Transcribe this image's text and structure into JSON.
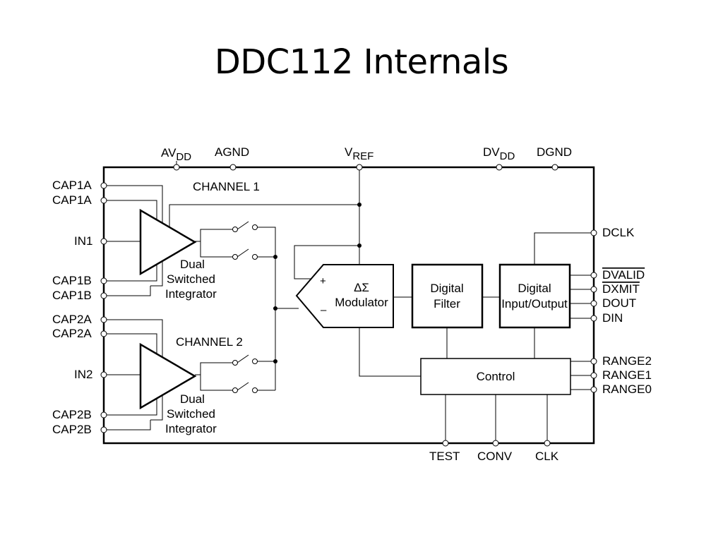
{
  "slide": {
    "title": "DDC112 Internals"
  },
  "top_pins": {
    "avdd": {
      "main": "AV",
      "sub": "DD"
    },
    "agnd": "AGND",
    "vref": {
      "main": "V",
      "sub": "REF"
    },
    "dvdd": {
      "main": "DV",
      "sub": "DD"
    },
    "dgnd": "DGND"
  },
  "left_pins": [
    "CAP1A",
    "CAP1A",
    "IN1",
    "CAP1B",
    "CAP1B",
    "CAP2A",
    "CAP2A",
    "IN2",
    "CAP2B",
    "CAP2B"
  ],
  "right_pins": [
    "DCLK",
    "DVALID",
    "DXMIT",
    "DOUT",
    "DIN",
    "RANGE2",
    "RANGE1",
    "RANGE0"
  ],
  "bottom_pins": [
    "TEST",
    "CONV",
    "CLK"
  ],
  "channels": {
    "ch1": {
      "label": "CHANNEL 1",
      "integrator": [
        "Dual",
        "Switched",
        "Integrator"
      ]
    },
    "ch2": {
      "label": "CHANNEL 2",
      "integrator": [
        "Dual",
        "Switched",
        "Integrator"
      ]
    }
  },
  "modulator": {
    "line1": "ΔΣ",
    "line2": "Modulator",
    "plus": "+",
    "minus": "–"
  },
  "digital_filter": {
    "line1": "Digital",
    "line2": "Filter"
  },
  "digital_io": {
    "line1": "Digital",
    "line2": "Input/Output"
  },
  "control": {
    "label": "Control"
  }
}
